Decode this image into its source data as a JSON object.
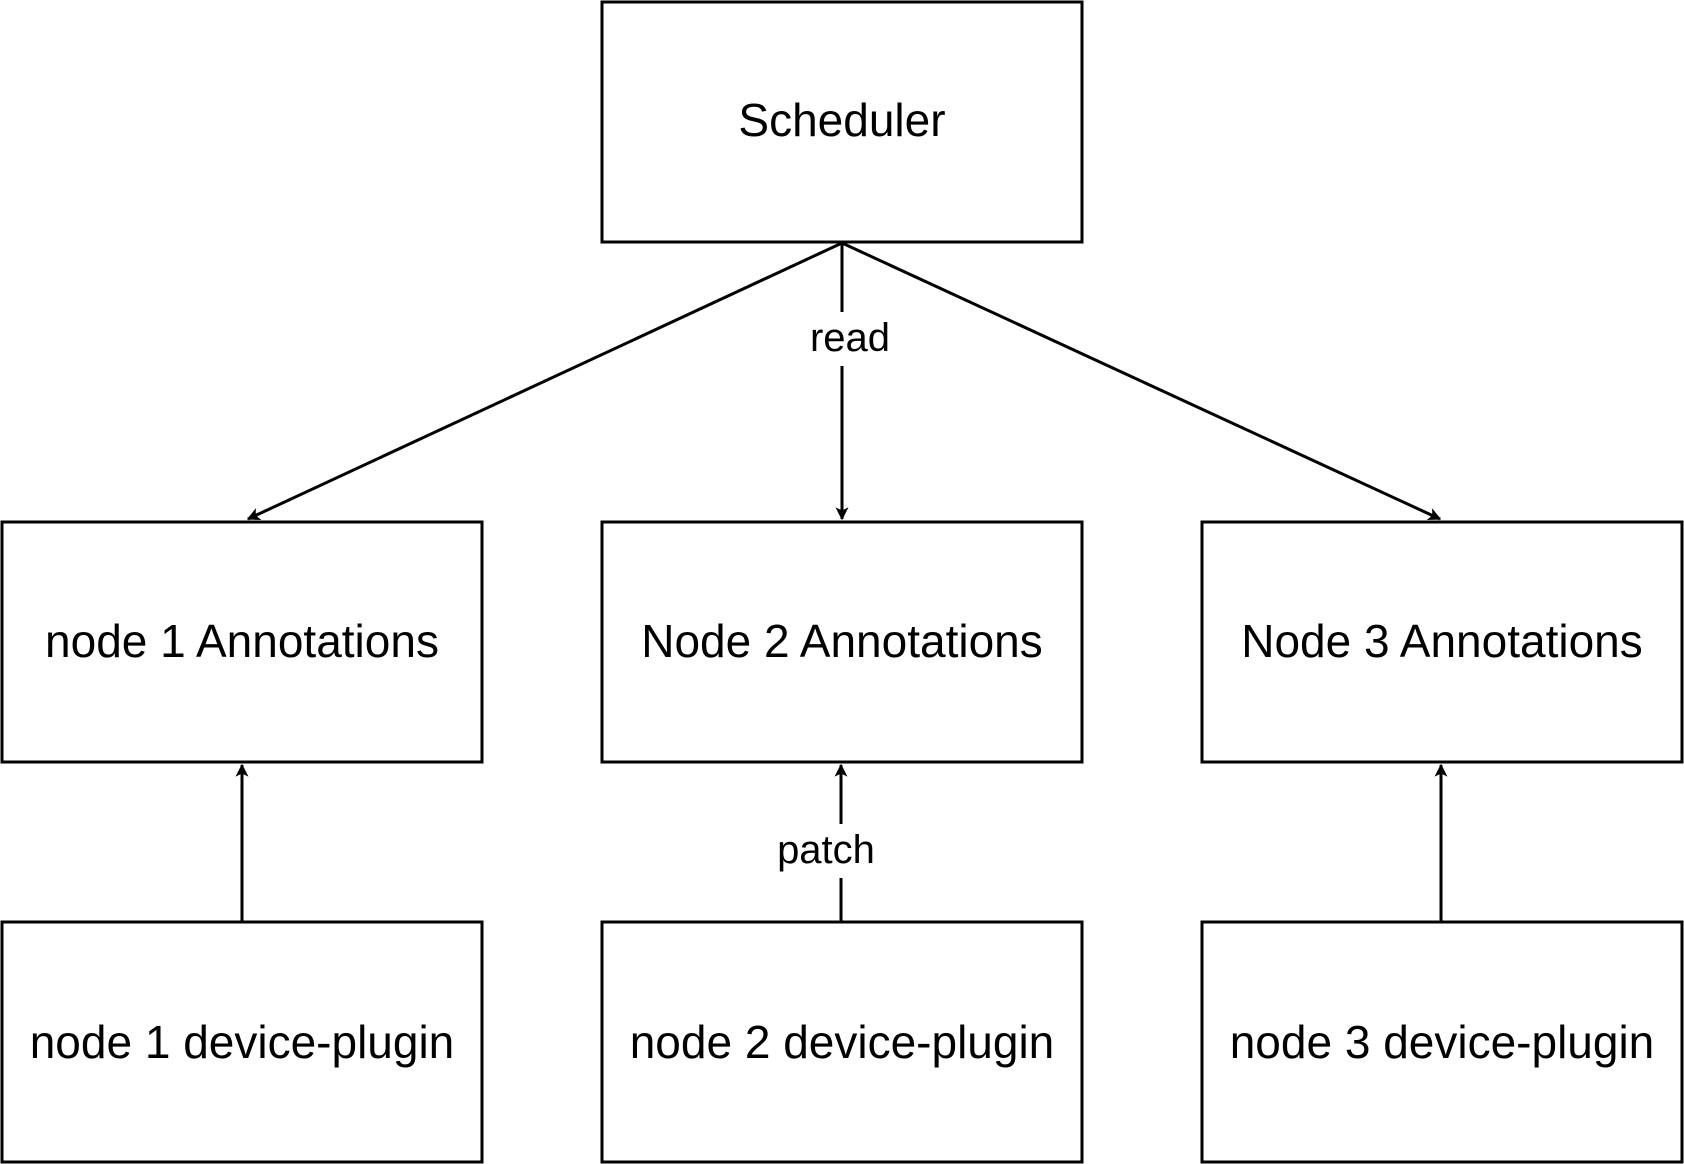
{
  "colors": {
    "stroke": "#000000",
    "fill": "#ffffff",
    "text": "#000000"
  },
  "nodes": {
    "scheduler": "Scheduler",
    "node1_annotations": "node 1 Annotations",
    "node2_annotations": "Node 2 Annotations",
    "node3_annotations": "Node 3 Annotations",
    "node1_plugin": "node 1 device-plugin",
    "node2_plugin": "node 2 device-plugin",
    "node3_plugin": "node 3 device-plugin"
  },
  "edges": {
    "scheduler_to_node2": "read",
    "plugin2_to_node2": "patch"
  }
}
